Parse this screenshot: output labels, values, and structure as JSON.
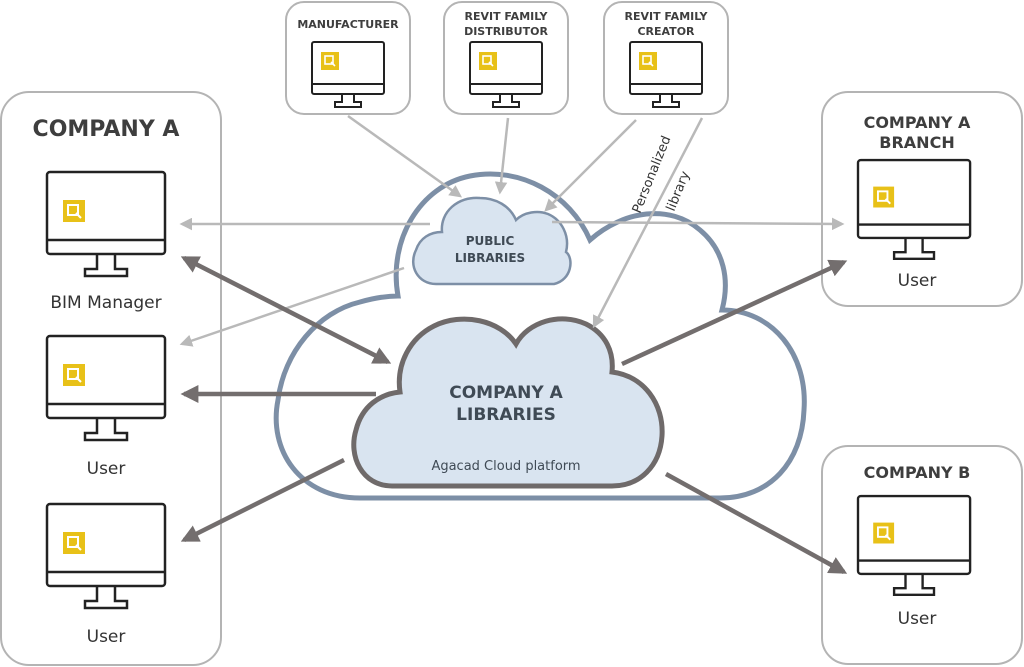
{
  "sources": {
    "manufacturer": "MANUFACTURER",
    "distributor_line1": "REVIT FAMILY",
    "distributor_line2": "DISTRIBUTOR",
    "creator_line1": "REVIT FAMILY",
    "creator_line2": "CREATOR"
  },
  "company_a": {
    "title": "COMPANY  A",
    "users": [
      "BIM Manager",
      "User",
      "User"
    ]
  },
  "branch": {
    "title_line1": "COMPANY  A",
    "title_line2": "BRANCH",
    "user": "User"
  },
  "company_b": {
    "title": "COMPANY  B",
    "user": "User"
  },
  "public_libraries": {
    "line1": "PUBLIC",
    "line2": "LIBRARIES"
  },
  "company_libraries": {
    "line1": "COMPANY A",
    "line2": "LIBRARIES",
    "platform": "Agacad Cloud platform"
  },
  "personalized": {
    "line1": "Personalized",
    "line2": "library"
  },
  "colors": {
    "logo": "#e8c118",
    "cloud_outer_stroke": "#7d8fa6",
    "cloud_fill": "#d9e4f0",
    "dark_arrow": "#736e6e",
    "light_arrow": "#b9b9b9"
  }
}
